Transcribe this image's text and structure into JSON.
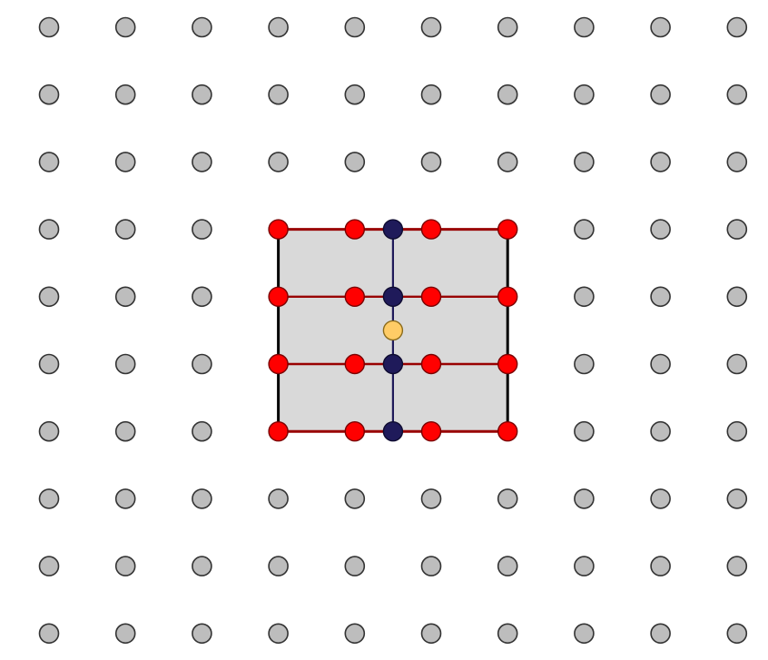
{
  "canvas": {
    "background": "#ffffff"
  },
  "grid": {
    "columns": 10,
    "rows": 10,
    "dot_fill": "#bdbdbd",
    "dot_stroke": "#333333"
  },
  "selection_rect": {
    "col_start": 3,
    "col_end": 6,
    "row_start": 3,
    "row_end": 6,
    "fill": "#d9d9d9",
    "border_color": "#000000"
  },
  "red_lines": {
    "color": "#990000",
    "rows": [
      3,
      4,
      5,
      6
    ]
  },
  "blue_line": {
    "color": "#1f1a5a",
    "column": 4.5,
    "row_start": 3,
    "row_end": 6
  },
  "red_points": {
    "fill": "#ff0000",
    "stroke": "#7a0000",
    "columns": [
      3,
      4,
      5,
      6
    ],
    "extra_columns": [
      5
    ],
    "rows": [
      3,
      4,
      5,
      6
    ]
  },
  "blue_points": {
    "fill": "#1f1a5a",
    "column": 4.5,
    "rows": [
      3,
      4,
      5,
      6
    ]
  },
  "center_point": {
    "fill": "#ffcc66",
    "stroke": "#8a6a1a",
    "column": 4.5,
    "row": 4.5
  }
}
